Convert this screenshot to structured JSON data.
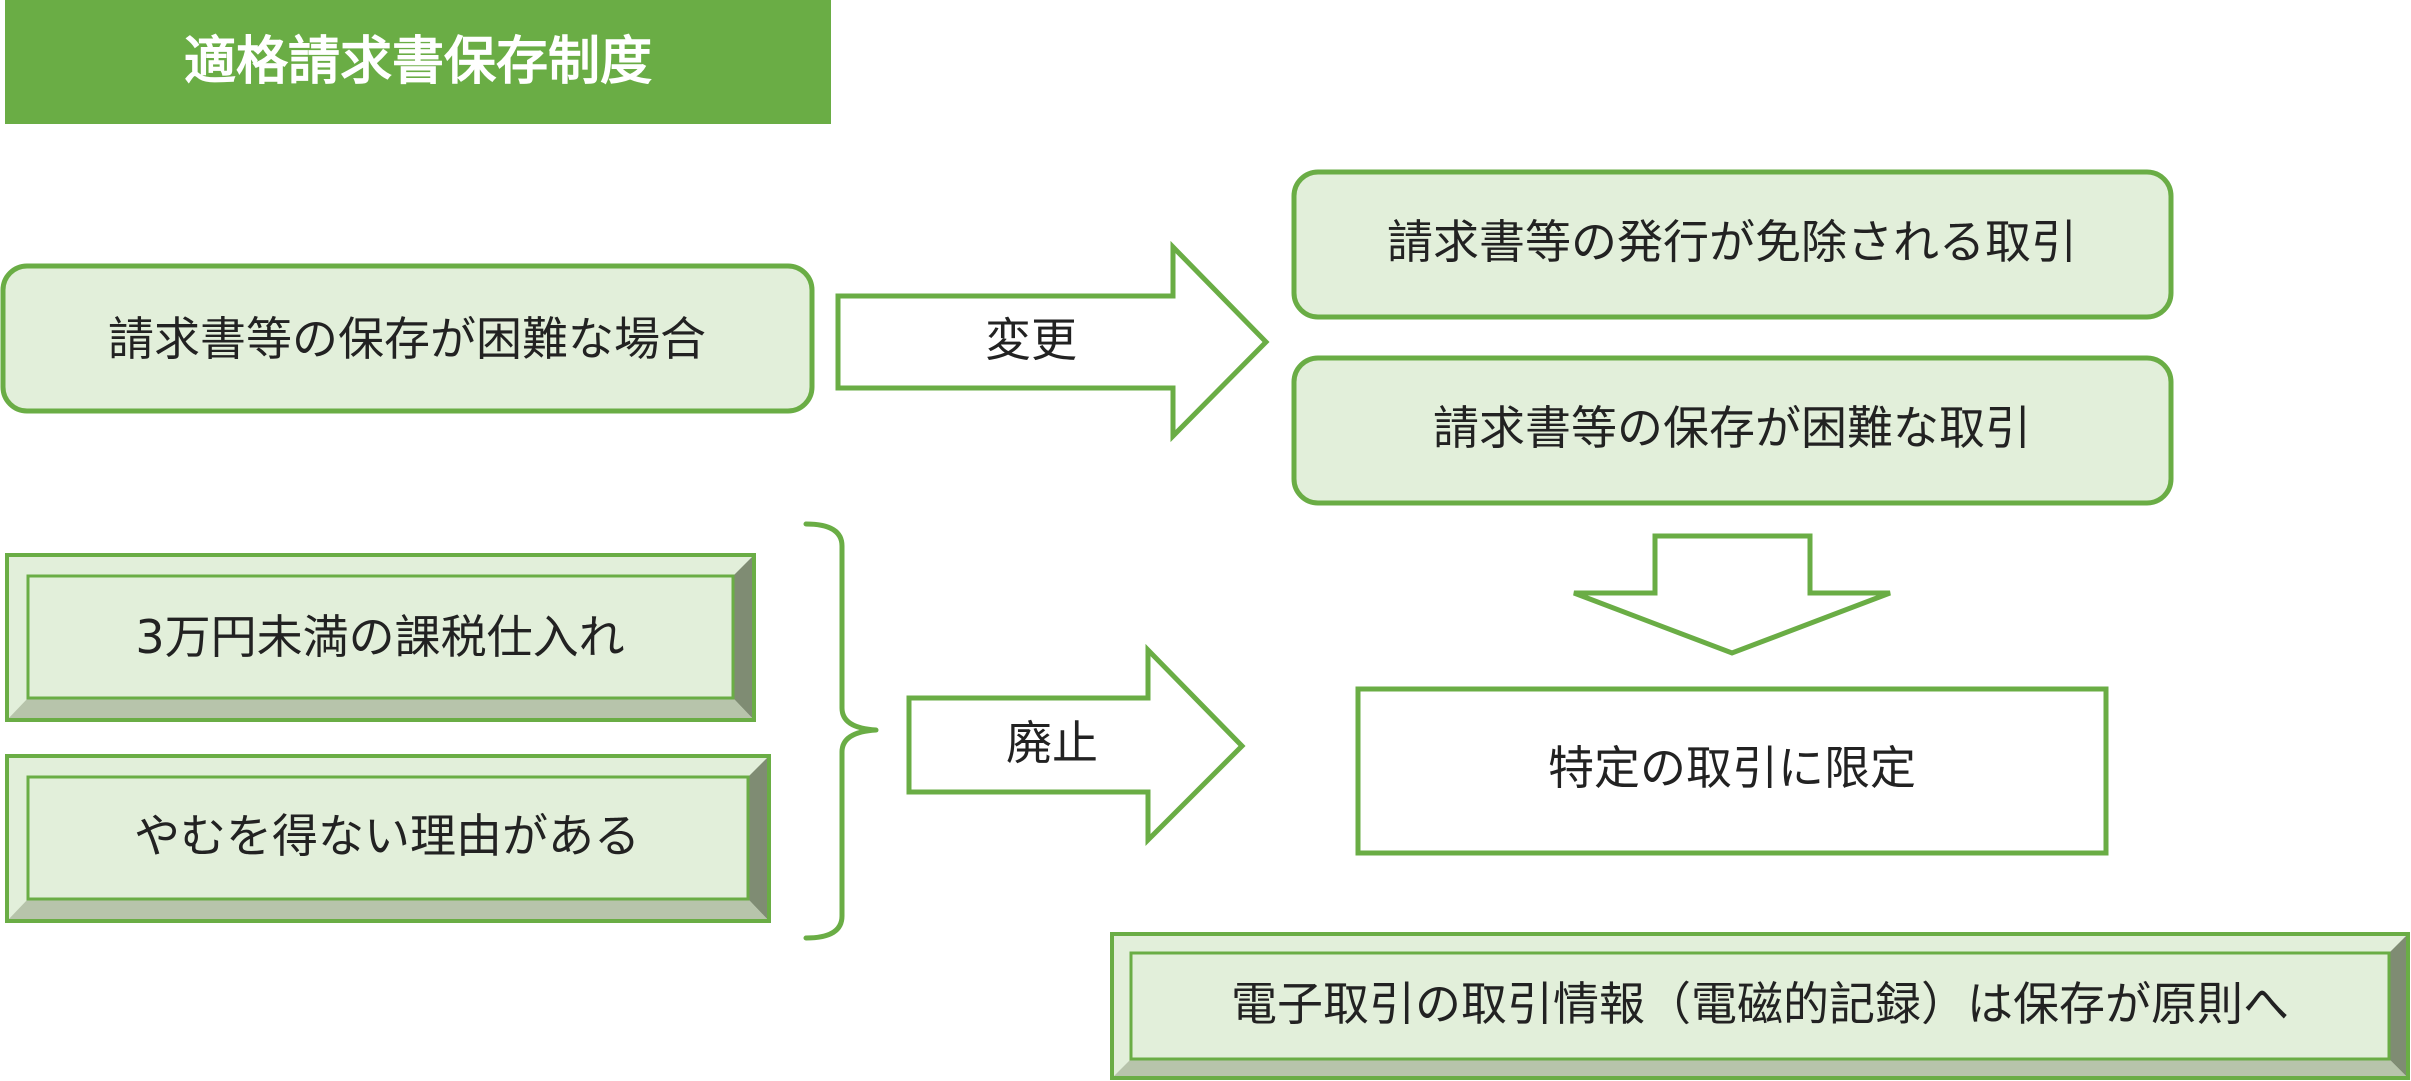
{
  "colors": {
    "accent_green": "#6aad45",
    "box_fill": "#e2efda",
    "bevel_dark": "#7f8c73",
    "bevel_light": "#b7c4ab",
    "text": "#222222",
    "white": "#ffffff"
  },
  "title": "適格請求書保存制度",
  "left": {
    "difficult_case": "請求書等の保存が困難な場合",
    "under_30000": "3万円未満の課税仕入れ",
    "unavoidable_reason": "やむを得ない理由がある"
  },
  "arrows": {
    "change_label": "変更",
    "abolish_label": "廃止"
  },
  "right": {
    "issuance_exempt": "請求書等の発行が免除される取引",
    "difficult_transaction": "請求書等の保存が困難な取引",
    "limited_to_specific": "特定の取引に限定",
    "electronic_records": "電子取引の取引情報（電磁的記録）は保存が原則へ"
  }
}
